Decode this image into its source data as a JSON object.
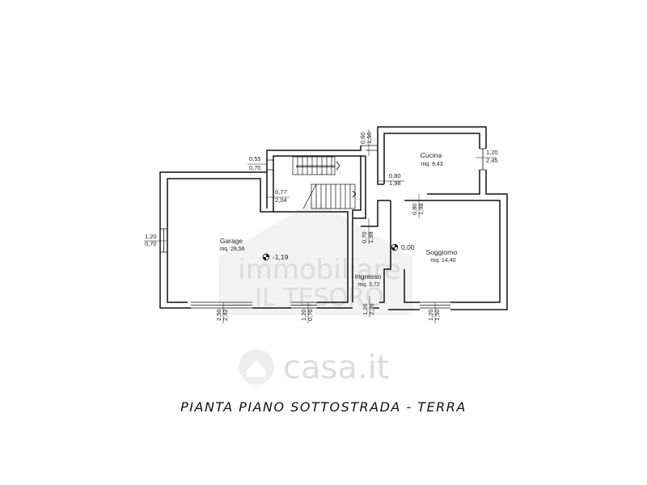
{
  "watermark": {
    "line1": "immobiliare",
    "line2": "IL TESORO",
    "line3": "casa.it"
  },
  "rooms": [
    {
      "name": "Garage",
      "area": "mq. 28,56",
      "level": "-1,19"
    },
    {
      "name": "Cucina",
      "area": "mq. 9,43"
    },
    {
      "name": "Soggiorno",
      "area": "mq. 14,40",
      "level": "0,00"
    },
    {
      "name": "Ingresso",
      "area": "mq. 3,72"
    }
  ],
  "dimensions": {
    "stair_window": [
      "0,55",
      "0,70"
    ],
    "stair_door": [
      "0,77",
      "2,04"
    ],
    "garage_left_window": [
      "1,20",
      "0,70"
    ],
    "garage_door": [
      "2,50",
      "2,42"
    ],
    "garage_bottom_window": [
      "1,20",
      "0,70"
    ],
    "hall_top_window": [
      "0,60",
      "1,50"
    ],
    "kitchen_door": [
      "0,80",
      "1,98"
    ],
    "kitchen_right_window": [
      "1,20",
      "2,45"
    ],
    "living_door": [
      "0,80",
      "1,98"
    ],
    "hall_door": [
      "0,70",
      "1,98"
    ],
    "entrance_door": [
      "1,26",
      "2,36"
    ],
    "living_bottom_window": [
      "1,20",
      "1,50"
    ]
  },
  "caption": "PIANTA PIANO SOTTOSTRADA - TERRA"
}
